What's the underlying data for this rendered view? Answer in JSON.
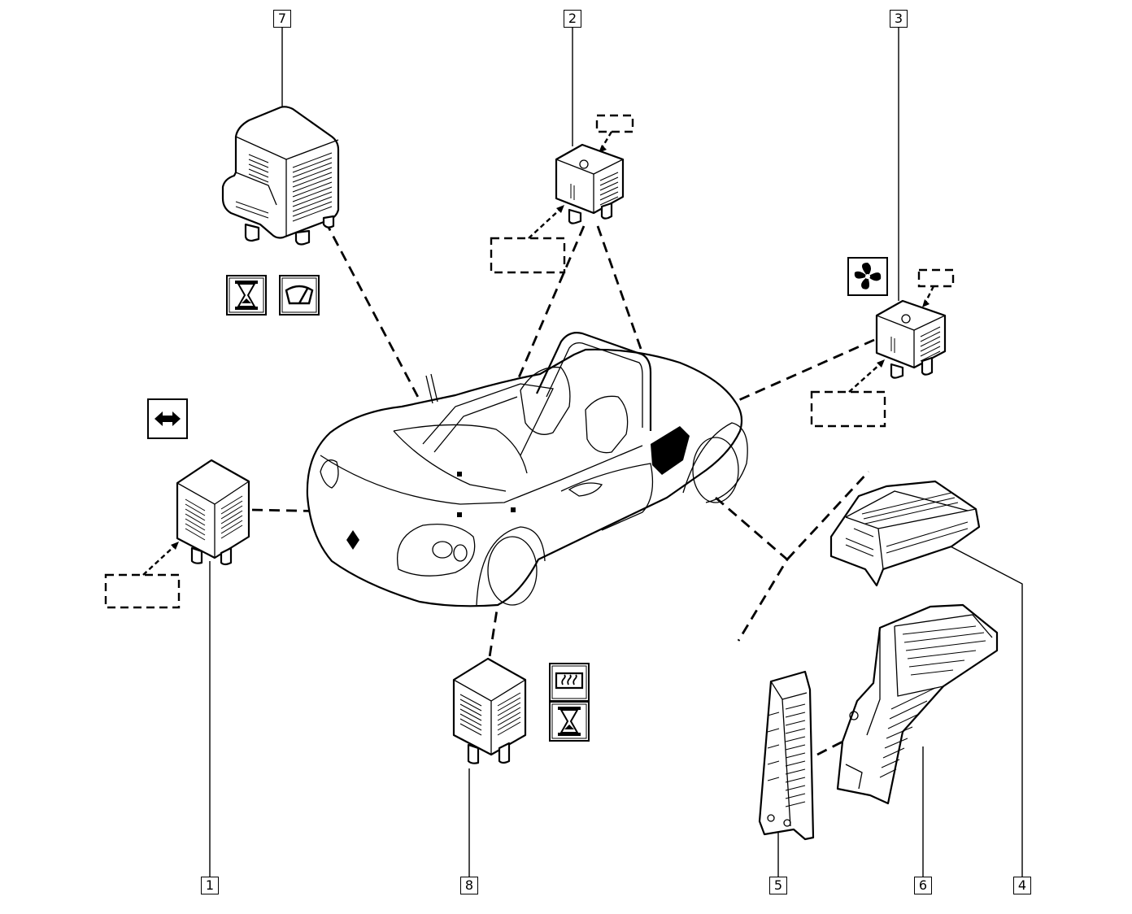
{
  "diagram": {
    "callouts": [
      "7",
      "2",
      "3",
      "1",
      "8",
      "5",
      "6",
      "4"
    ]
  },
  "icons": {
    "relay_7": [
      "hourglass-icon",
      "wiper-icon"
    ],
    "relay_2": [],
    "relay_3": [
      "fan-icon"
    ],
    "relay_1": [
      "double-arrow-icon"
    ],
    "relay_8": [
      "rear-defrost-icon",
      "hourglass-icon"
    ]
  },
  "colors": {
    "line": "#000000",
    "background": "#ffffff"
  }
}
